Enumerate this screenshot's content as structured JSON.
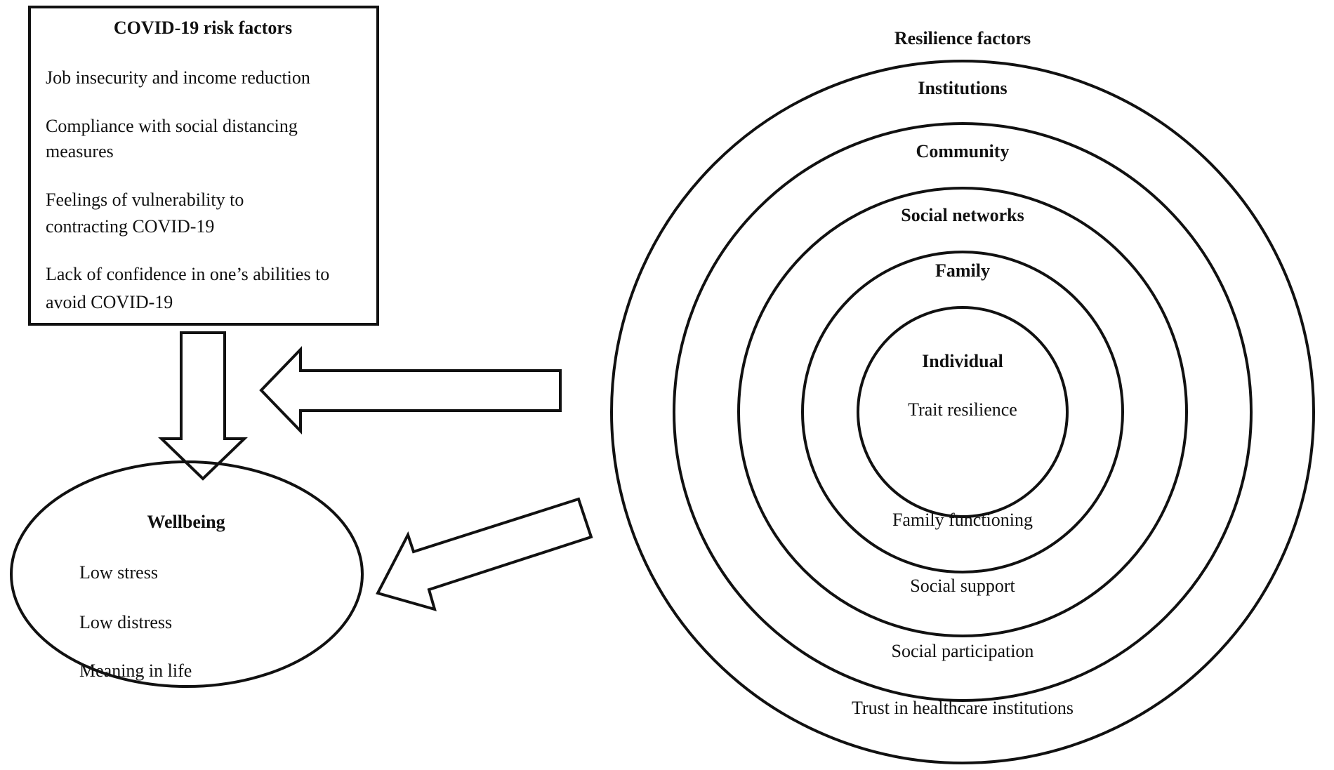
{
  "risk_box": {
    "title": "COVID-19 risk factors",
    "items": [
      [
        "Job insecurity and income reduction"
      ],
      [
        "Compliance with social distancing",
        "measures"
      ],
      [
        "Feelings of vulnerability to",
        "contracting COVID-19"
      ],
      [
        "Lack of confidence in one’s abilities to",
        "avoid COVID-19"
      ]
    ]
  },
  "wellbeing": {
    "title": "Wellbeing",
    "items": [
      "Low stress",
      "Low distress",
      "Meaning in life"
    ]
  },
  "resilience": {
    "title": "Resilience factors",
    "levels": [
      "Institutions",
      "Community",
      "Social networks",
      "Family",
      "Individual"
    ],
    "factors": [
      "Trait resilience",
      "Family functioning",
      "Social support",
      "Social participation",
      "Trust in healthcare institutions"
    ]
  }
}
